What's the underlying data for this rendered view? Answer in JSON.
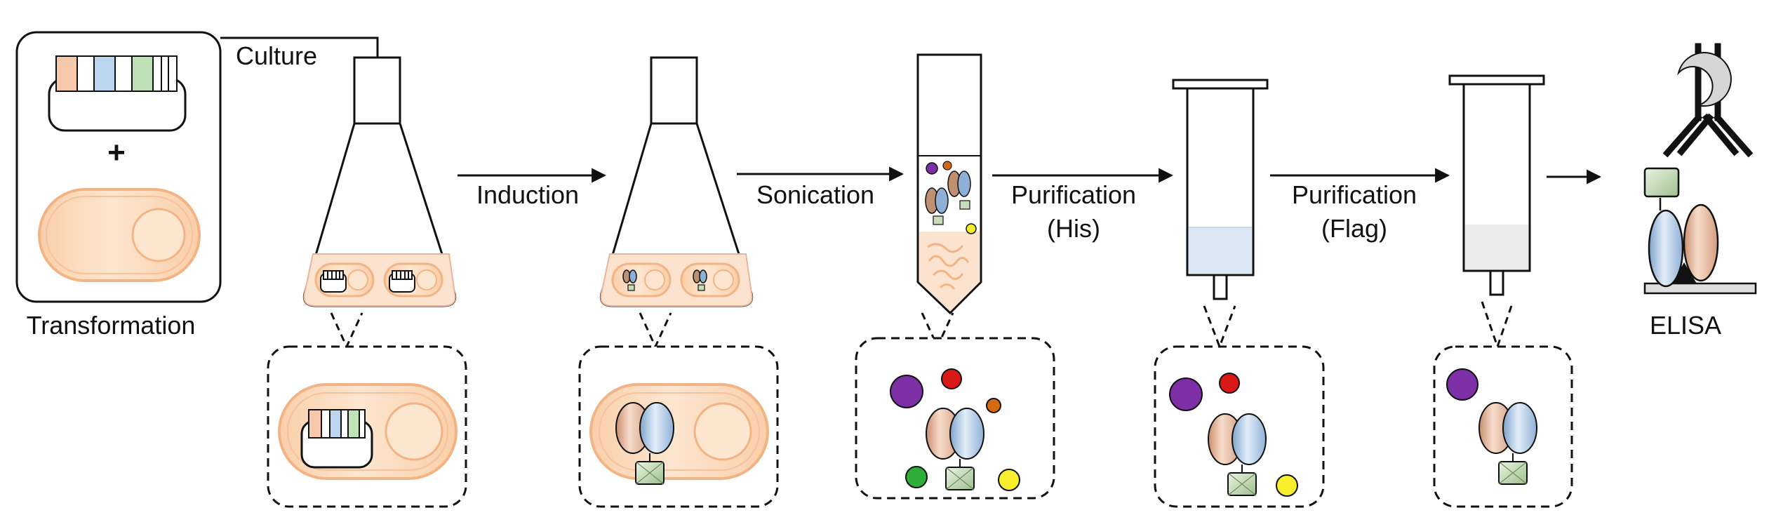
{
  "labels": {
    "transformation": "Transformation",
    "culture": "Culture",
    "induction": "Induction",
    "sonication": "Sonication",
    "purification_his_line1": "Purification",
    "purification_his_line2": "(His)",
    "purification_flag_line1": "Purification",
    "purification_flag_line2": "(Flag)",
    "elisa": "ELISA",
    "plus": "+"
  },
  "colors": {
    "stroke": "#111111",
    "cell_fill": "#fbd9bc",
    "cell_edge": "#f3b485",
    "medium": "#fce3cf",
    "seg_orange": "#f6c9ad",
    "seg_blue": "#bcd6ef",
    "seg_green": "#bfe1b7",
    "protein_tan": "#e8b99b",
    "protein_blue": "#a9c6e6",
    "tag_green": "#c6dcbb",
    "purple": "#7d2fa6",
    "red": "#d91818",
    "brown": "#d66a12",
    "green": "#2fae3a",
    "yellow": "#f8ee2c",
    "column_his_liquid": "#dbe7f5",
    "column_flag_liquid": "#ececec"
  }
}
